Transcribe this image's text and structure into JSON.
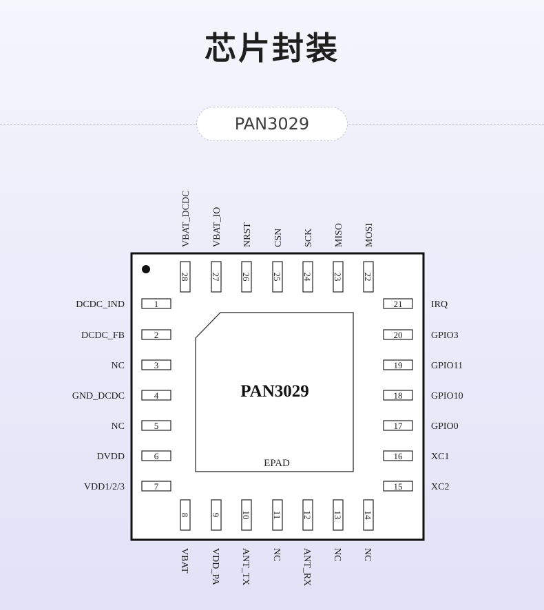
{
  "page": {
    "title": "芯片封装",
    "model": "PAN3029"
  },
  "chip": {
    "name": "PAN3029",
    "pad_label": "EPAD"
  },
  "pins": [
    {
      "num": "1",
      "name": "DCDC_IND",
      "side": "left"
    },
    {
      "num": "2",
      "name": "DCDC_FB",
      "side": "left"
    },
    {
      "num": "3",
      "name": "NC",
      "side": "left"
    },
    {
      "num": "4",
      "name": "GND_DCDC",
      "side": "left"
    },
    {
      "num": "5",
      "name": "NC",
      "side": "left"
    },
    {
      "num": "6",
      "name": "DVDD",
      "side": "left"
    },
    {
      "num": "7",
      "name": "VDD1/2/3",
      "side": "left"
    },
    {
      "num": "8",
      "name": "VBAT",
      "side": "bottom"
    },
    {
      "num": "9",
      "name": "VDD_PA",
      "side": "bottom"
    },
    {
      "num": "10",
      "name": "ANT_TX",
      "side": "bottom"
    },
    {
      "num": "11",
      "name": "NC",
      "side": "bottom"
    },
    {
      "num": "12",
      "name": "ANT_RX",
      "side": "bottom"
    },
    {
      "num": "13",
      "name": "NC",
      "side": "bottom"
    },
    {
      "num": "14",
      "name": "NC",
      "side": "bottom"
    },
    {
      "num": "15",
      "name": "XC2",
      "side": "right"
    },
    {
      "num": "16",
      "name": "XC1",
      "side": "right"
    },
    {
      "num": "17",
      "name": "GPIO0",
      "side": "right"
    },
    {
      "num": "18",
      "name": "GPIO10",
      "side": "right"
    },
    {
      "num": "19",
      "name": "GPIO11",
      "side": "right"
    },
    {
      "num": "20",
      "name": "GPIO3",
      "side": "right"
    },
    {
      "num": "21",
      "name": "IRQ",
      "side": "right"
    },
    {
      "num": "22",
      "name": "MOSI",
      "side": "top"
    },
    {
      "num": "23",
      "name": "MISO",
      "side": "top"
    },
    {
      "num": "24",
      "name": "SCK",
      "side": "top"
    },
    {
      "num": "25",
      "name": "CSN",
      "side": "top"
    },
    {
      "num": "26",
      "name": "NRST",
      "side": "top"
    },
    {
      "num": "27",
      "name": "VBAT_IO",
      "side": "top"
    },
    {
      "num": "28",
      "name": "VBAT_DCDC",
      "side": "top"
    }
  ]
}
